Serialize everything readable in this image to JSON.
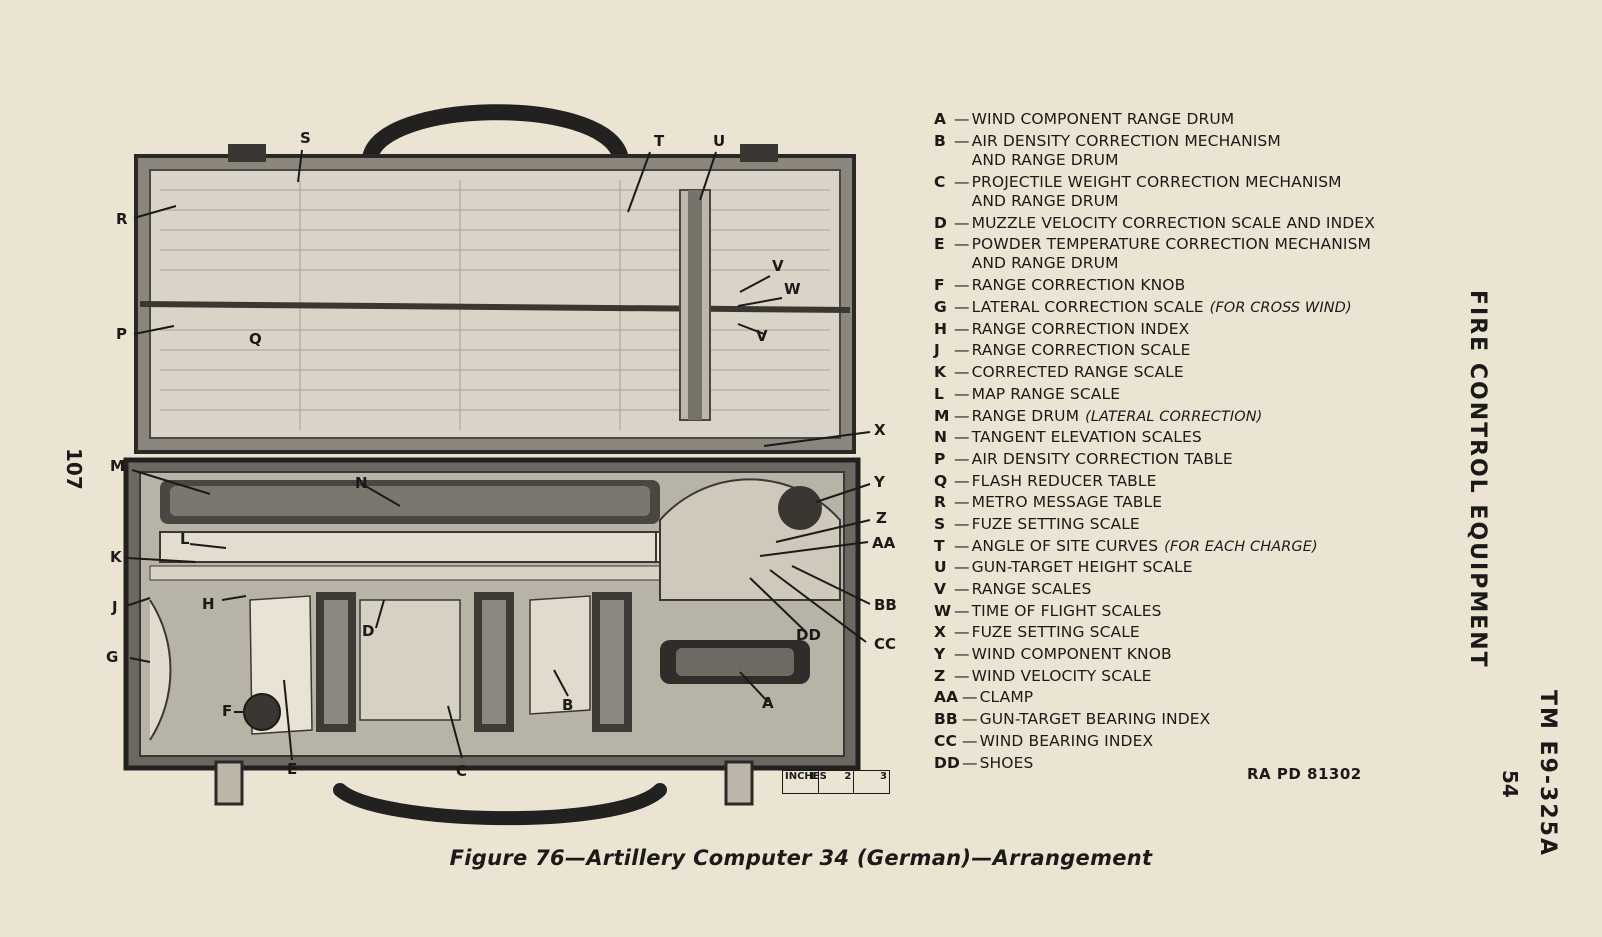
{
  "figure": {
    "caption": "Figure 76—Artillery Computer 34 (German)—Arrangement",
    "source_code": "RA PD 81302",
    "section_title": "FIRE CONTROL EQUIPMENT",
    "manual_ref": "TM E9-325A",
    "page_number_right": "54",
    "page_number_left": "107"
  },
  "scale_bar": {
    "unit_label": "INCHES",
    "marks": [
      "1",
      "2",
      "3"
    ]
  },
  "legend": [
    {
      "key": "A",
      "lines": [
        "WIND COMPONENT RANGE DRUM"
      ],
      "note": ""
    },
    {
      "key": "B",
      "lines": [
        "AIR DENSITY CORRECTION MECHANISM",
        "AND RANGE DRUM"
      ],
      "note": ""
    },
    {
      "key": "C",
      "lines": [
        "PROJECTILE WEIGHT CORRECTION MECHANISM",
        "AND RANGE DRUM"
      ],
      "note": ""
    },
    {
      "key": "D",
      "lines": [
        "MUZZLE VELOCITY CORRECTION SCALE AND INDEX"
      ],
      "note": ""
    },
    {
      "key": "E",
      "lines": [
        "POWDER TEMPERATURE CORRECTION MECHANISM",
        "AND RANGE DRUM"
      ],
      "note": ""
    },
    {
      "key": "F",
      "lines": [
        "RANGE CORRECTION KNOB"
      ],
      "note": ""
    },
    {
      "key": "G",
      "lines": [
        "LATERAL CORRECTION SCALE"
      ],
      "note": "(FOR CROSS WIND)"
    },
    {
      "key": "H",
      "lines": [
        "RANGE CORRECTION INDEX"
      ],
      "note": ""
    },
    {
      "key": "J",
      "lines": [
        "RANGE CORRECTION SCALE"
      ],
      "note": ""
    },
    {
      "key": "K",
      "lines": [
        "CORRECTED RANGE SCALE"
      ],
      "note": ""
    },
    {
      "key": "L",
      "lines": [
        "MAP RANGE SCALE"
      ],
      "note": ""
    },
    {
      "key": "M",
      "lines": [
        "RANGE DRUM"
      ],
      "note": "(LATERAL CORRECTION)"
    },
    {
      "key": "N",
      "lines": [
        "TANGENT ELEVATION SCALES"
      ],
      "note": ""
    },
    {
      "key": "P",
      "lines": [
        "AIR DENSITY CORRECTION TABLE"
      ],
      "note": ""
    },
    {
      "key": "Q",
      "lines": [
        "FLASH REDUCER TABLE"
      ],
      "note": ""
    },
    {
      "key": "R",
      "lines": [
        "METRO MESSAGE TABLE"
      ],
      "note": ""
    },
    {
      "key": "S",
      "lines": [
        "FUZE SETTING SCALE"
      ],
      "note": ""
    },
    {
      "key": "T",
      "lines": [
        "ANGLE OF SITE CURVES"
      ],
      "note": "(FOR EACH CHARGE)"
    },
    {
      "key": "U",
      "lines": [
        "GUN-TARGET HEIGHT SCALE"
      ],
      "note": ""
    },
    {
      "key": "V",
      "lines": [
        "RANGE SCALES"
      ],
      "note": ""
    },
    {
      "key": "W",
      "lines": [
        "TIME OF FLIGHT SCALES"
      ],
      "note": ""
    },
    {
      "key": "X",
      "lines": [
        "FUZE SETTING SCALE"
      ],
      "note": ""
    },
    {
      "key": "Y",
      "lines": [
        "WIND COMPONENT KNOB"
      ],
      "note": ""
    },
    {
      "key": "Z",
      "lines": [
        "WIND VELOCITY SCALE"
      ],
      "note": ""
    },
    {
      "key": "AA",
      "lines": [
        "CLAMP"
      ],
      "note": ""
    },
    {
      "key": "BB",
      "lines": [
        "GUN-TARGET BEARING INDEX"
      ],
      "note": ""
    },
    {
      "key": "CC",
      "lines": [
        "WIND BEARING INDEX"
      ],
      "note": ""
    },
    {
      "key": "DD",
      "lines": [
        "SHOES"
      ],
      "note": ""
    }
  ],
  "callouts": [
    "S",
    "T",
    "U",
    "R",
    "V",
    "W",
    "P",
    "Q",
    "V",
    "X",
    "M",
    "N",
    "Y",
    "Z",
    "AA",
    "K",
    "L",
    "J",
    "H",
    "D",
    "G",
    "BB",
    "CC",
    "DD",
    "F",
    "B",
    "A",
    "E",
    "C"
  ]
}
